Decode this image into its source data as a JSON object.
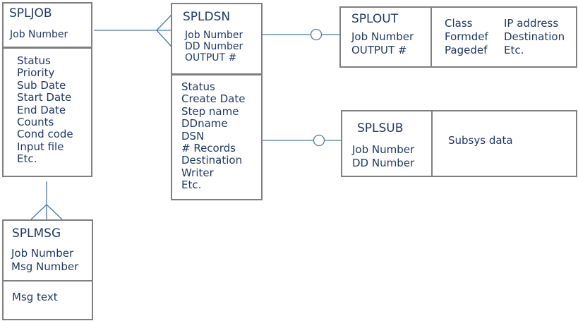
{
  "entities": {
    "spljob": {
      "title": "SPLJOB",
      "keys": [
        "Job Number"
      ],
      "attributes": [
        "Status",
        "Priority",
        "Sub Date",
        "Start Date",
        "End Date",
        "Counts",
        "Cond code",
        "Input file",
        "Etc."
      ]
    },
    "spldsn": {
      "title": "SPLDSN",
      "keys": [
        "Job Number",
        "DD Number",
        "OUTPUT #"
      ],
      "attributes": [
        "Status",
        "Create Date",
        "Step name",
        "DDname",
        "DSN",
        "# Records",
        "Destination",
        "Writer",
        "Etc."
      ]
    },
    "splout": {
      "title": "SPLOUT",
      "keys": [
        "Job Number",
        "OUTPUT #"
      ],
      "attributes_col1": [
        "Class",
        "Formdef",
        "Pagedef"
      ],
      "attributes_col2": [
        "IP address",
        "Destination",
        "Etc."
      ]
    },
    "splsub": {
      "title": "SPLSUB",
      "keys": [
        "Job Number",
        "DD Number"
      ],
      "attributes": [
        "Subsys data"
      ]
    },
    "splmsg": {
      "title": "SPLMSG",
      "keys": [
        "Job Number",
        "Msg Number"
      ],
      "attributes": [
        "Msg text"
      ]
    }
  },
  "relationships": [
    {
      "from": "SPLJOB",
      "to": "SPLDSN",
      "from_end": "one",
      "to_end": "many"
    },
    {
      "from": "SPLDSN",
      "to": "SPLOUT",
      "from_end": "one",
      "to_end": "zero-or-one"
    },
    {
      "from": "SPLDSN",
      "to": "SPLSUB",
      "from_end": "one",
      "to_end": "zero-or-one"
    },
    {
      "from": "SPLJOB",
      "to": "SPLMSG",
      "from_end": "one",
      "to_end": "many"
    }
  ],
  "colors": {
    "text": "#1f3864",
    "border": "#7f7f7f",
    "line": "#4a7aa7"
  }
}
